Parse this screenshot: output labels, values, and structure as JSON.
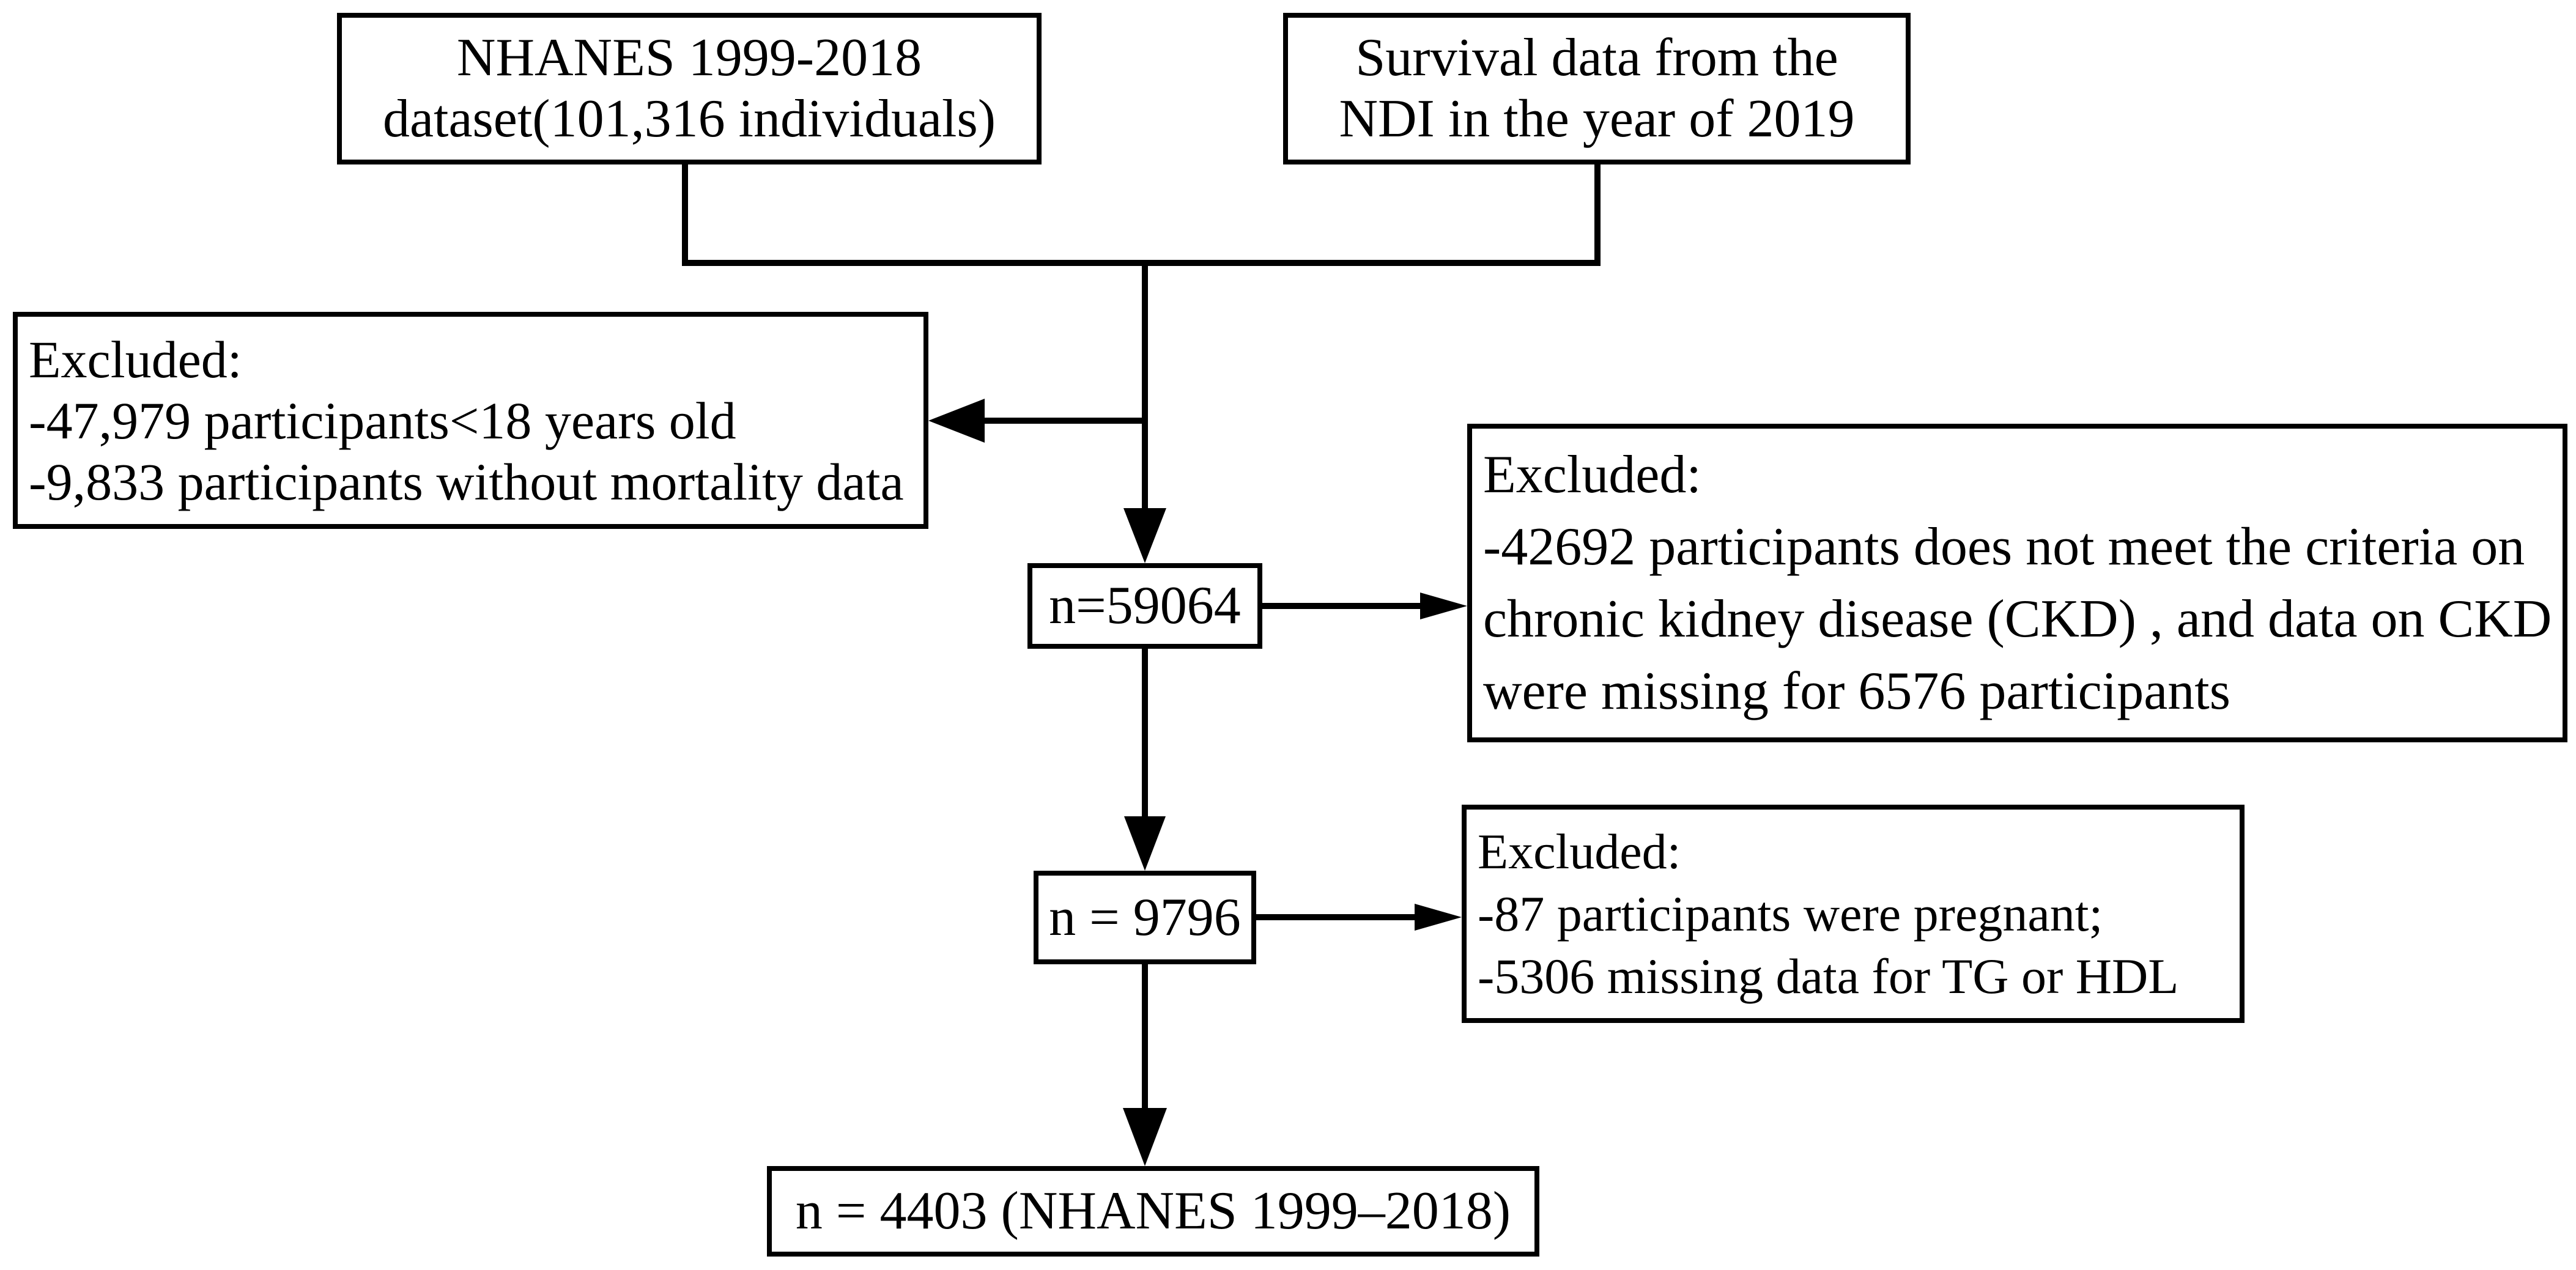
{
  "colors": {
    "ink": "#000000",
    "background": "#ffffff"
  },
  "flowchart": {
    "source_nhanes": {
      "lines": [
        "NHANES 1999-2018",
        "dataset(101,316 individuals)"
      ]
    },
    "source_ndi": {
      "lines": [
        "Survival data from the",
        "NDI in the year of 2019"
      ]
    },
    "exclusion_age_mortality": {
      "lines": [
        "Excluded:",
        "-47,979 participants<18 years old",
        "-9,833 participants without mortality data"
      ]
    },
    "count_after_first_exclusion": {
      "label": "n=59064"
    },
    "exclusion_ckd": {
      "lines": [
        "Excluded:",
        "-42692 participants does not meet the criteria on",
        "chronic kidney disease (CKD) , and data on CKD",
        "were missing for 6576 participants"
      ]
    },
    "count_after_ckd_exclusion": {
      "label": "n = 9796"
    },
    "exclusion_pregnancy_lipids": {
      "lines": [
        "Excluded:",
        "-87 participants were pregnant;",
        "-5306 missing data for TG or HDL"
      ]
    },
    "final_sample": {
      "label": "n = 4403 (NHANES 1999–2018)"
    }
  }
}
